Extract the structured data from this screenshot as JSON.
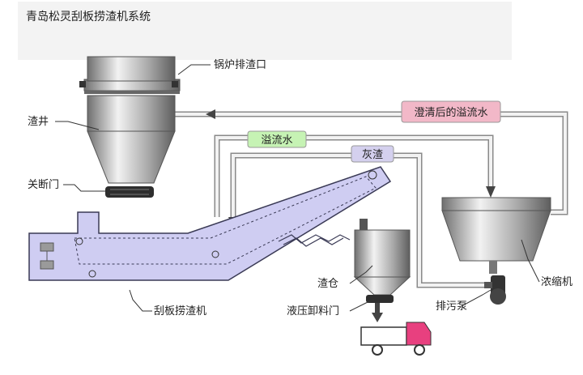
{
  "title": "青岛松灵刮板捞渣机系统",
  "labels": {
    "boiler_outlet": "锅炉排渣口",
    "slag_well": "渣井",
    "shutoff_gate": "关断门",
    "conveyor": "刮板捞渣机",
    "slag_bin": "渣仓",
    "hydraulic_gate": "液压卸料门",
    "thickener": "浓缩机",
    "sewage_pump": "排污泵"
  },
  "flows": {
    "clarified_overflow": "澄清后的溢流水",
    "overflow_water": "溢流水",
    "ash_slag": "灰渣"
  },
  "colors": {
    "clarified_overflow": "#f2b8c8",
    "overflow_water": "#c6f3b4",
    "ash_slag": "#d4d0ee",
    "conveyor": "#cfcdf2",
    "truck_cab": "#e8407f",
    "pipe": "#ececec"
  },
  "icons": {
    "truck": "truck-icon",
    "pump": "pump-icon"
  }
}
